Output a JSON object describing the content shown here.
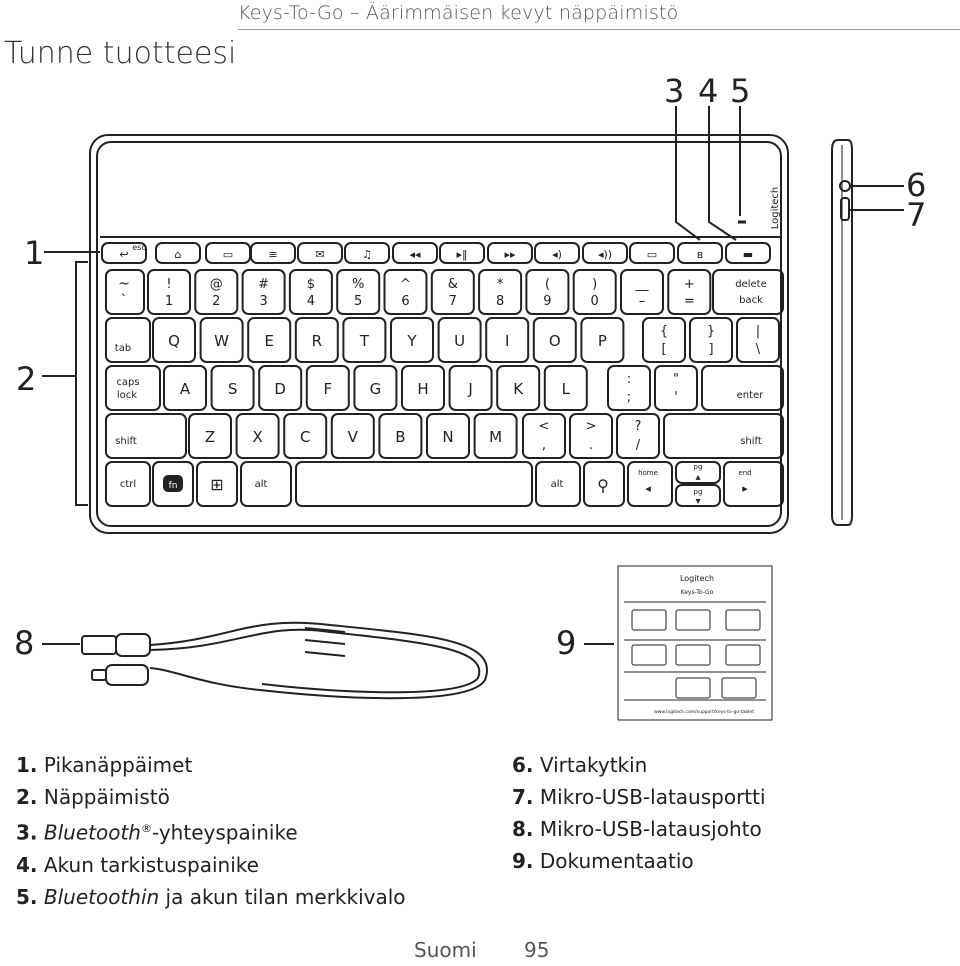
{
  "header": {
    "product_title": "Keys-To-Go – Äärimmäisen kevyt näppäimistö"
  },
  "section_title": "Tunne tuotteesi",
  "callouts": {
    "c1": "1",
    "c2": "2",
    "c3": "3",
    "c4": "4",
    "c5": "5",
    "c6": "6",
    "c7": "7",
    "c8": "8",
    "c9": "9"
  },
  "keyboard": {
    "brand": "Logitech",
    "keys": {
      "esc": "esc",
      "tilde": "~",
      "backtick": "`",
      "r1": [
        [
          "!",
          "1"
        ],
        [
          "@",
          "2"
        ],
        [
          "#",
          "3"
        ],
        [
          "$",
          "4"
        ],
        [
          "%",
          "5"
        ],
        [
          "^",
          "6"
        ],
        [
          "&",
          "7"
        ],
        [
          "*",
          "8"
        ],
        [
          "(",
          "9"
        ],
        [
          ")",
          "0"
        ],
        [
          "__",
          "–"
        ],
        [
          "+",
          "="
        ]
      ],
      "delete": "delete",
      "back": "back",
      "tab": "tab",
      "r2": [
        "Q",
        "W",
        "E",
        "R",
        "T",
        "Y",
        "U",
        "I",
        "O",
        "P"
      ],
      "br1": [
        "{",
        "["
      ],
      "br2": [
        "}",
        "]"
      ],
      "pipe": [
        "|",
        "\\"
      ],
      "caps": "caps",
      "lock": "lock",
      "r3": [
        "A",
        "S",
        "D",
        "F",
        "G",
        "H",
        "J",
        "K",
        "L"
      ],
      "colon": [
        ":",
        ";"
      ],
      "quote": [
        "\"",
        "'"
      ],
      "enter": "enter",
      "shift": "shift",
      "r4": [
        "Z",
        "X",
        "C",
        "V",
        "B",
        "N",
        "M"
      ],
      "lt": [
        "<",
        ","
      ],
      "gt": [
        ">",
        "."
      ],
      "q": [
        "?",
        "/"
      ],
      "ctrl": "ctrl",
      "fn": "fn",
      "alt": "alt",
      "home": "home",
      "end": "end",
      "pg": "pg"
    }
  },
  "doc_card": {
    "brand": "Logitech",
    "product": "Keys-To-Go",
    "url": "www.logitech.com/support/keys-to-go-tablet"
  },
  "list_left": [
    {
      "num": "1.",
      "text": "Pikanäppäimet"
    },
    {
      "num": "2.",
      "text": "Näppäimistö"
    },
    {
      "num": "3.",
      "italic": "Bluetooth",
      "sup": "®",
      "text": "-yhteyspainike"
    },
    {
      "num": "4.",
      "text": "Akun tarkistuspainike"
    },
    {
      "num": "5.",
      "italic": "Bluetoothin",
      "text": " ja akun tilan merkkivalo"
    }
  ],
  "list_right": [
    {
      "num": "6.",
      "text": "Virtakytkin"
    },
    {
      "num": "7.",
      "text": "Mikro-USB-latausportti"
    },
    {
      "num": "8.",
      "text": "Mikro-USB-latausjohto"
    },
    {
      "num": "9.",
      "text": "Dokumentaatio"
    }
  ],
  "footer": {
    "language": "Suomi",
    "page": "95"
  }
}
